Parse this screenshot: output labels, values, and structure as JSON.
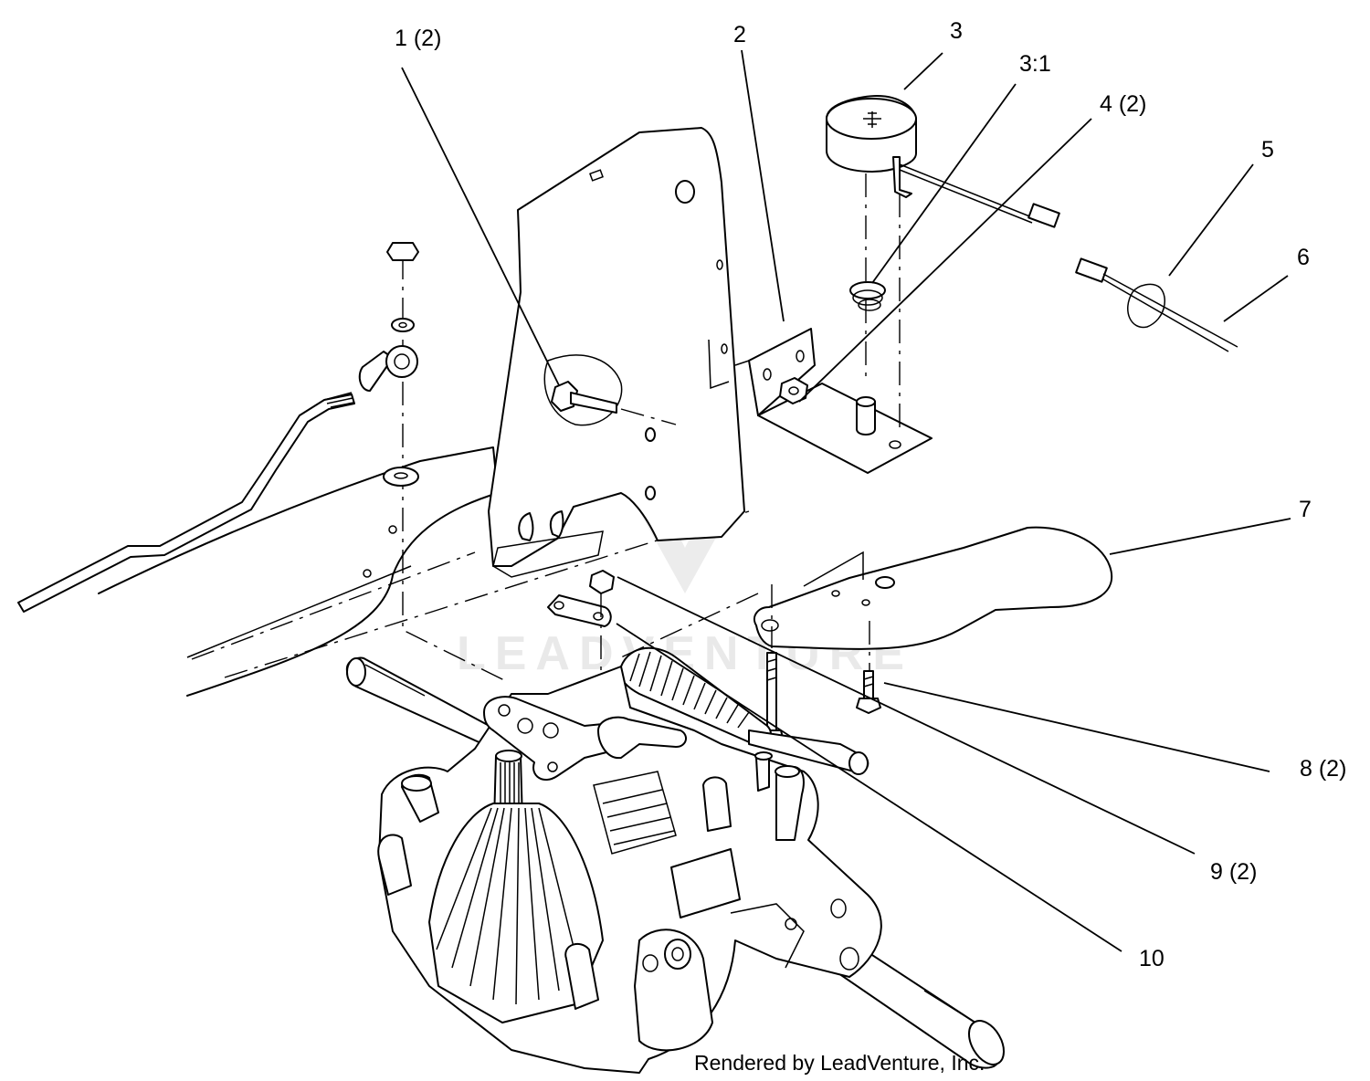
{
  "callouts": [
    {
      "id": "1",
      "label": "1 (2)"
    },
    {
      "id": "2",
      "label": "2"
    },
    {
      "id": "3",
      "label": "3"
    },
    {
      "id": "3-1",
      "label": "3:1"
    },
    {
      "id": "4",
      "label": "4 (2)"
    },
    {
      "id": "5",
      "label": "5"
    },
    {
      "id": "6",
      "label": "6"
    },
    {
      "id": "7",
      "label": "7"
    },
    {
      "id": "8",
      "label": "8 (2)"
    },
    {
      "id": "9",
      "label": "9 (2)"
    },
    {
      "id": "10",
      "label": "10"
    }
  ],
  "watermark": "LEADVENTURE",
  "credit": "Rendered by LeadVenture, Inc."
}
